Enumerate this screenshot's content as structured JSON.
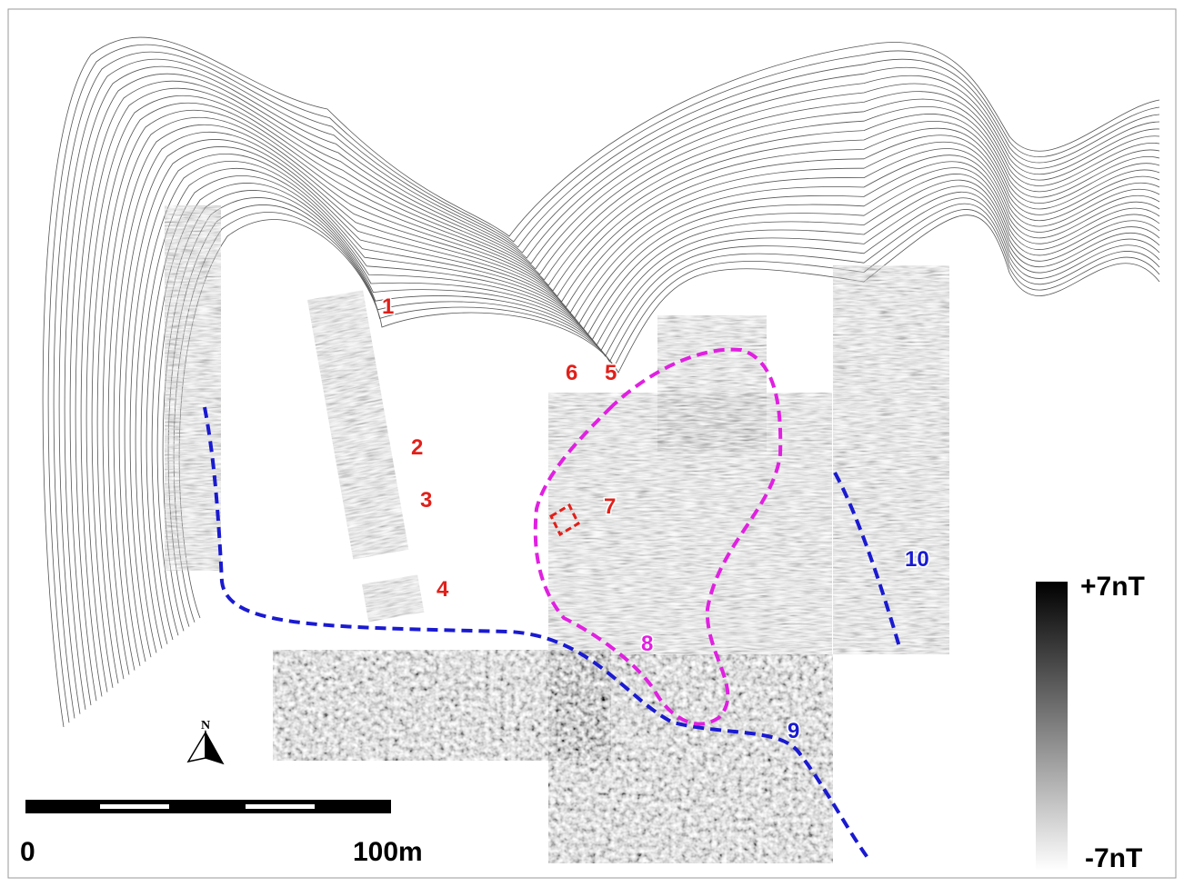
{
  "map": {
    "feature_labels": [
      {
        "id": "1",
        "color": "#e0201a"
      },
      {
        "id": "2",
        "color": "#e0201a"
      },
      {
        "id": "3",
        "color": "#e0201a"
      },
      {
        "id": "4",
        "color": "#e0201a"
      },
      {
        "id": "5",
        "color": "#e0201a"
      },
      {
        "id": "6",
        "color": "#e0201a"
      },
      {
        "id": "7",
        "color": "#e0201a"
      },
      {
        "id": "8",
        "color": "#e020e0"
      },
      {
        "id": "9",
        "color": "#1a1ad0"
      },
      {
        "id": "10",
        "color": "#1a1ad0"
      }
    ],
    "north_label": "N",
    "scale": {
      "start": "0",
      "end": "100m"
    },
    "legend": {
      "max": "+7nT",
      "min": "-7nT"
    },
    "colors": {
      "red": "#e0201a",
      "magenta": "#e020e0",
      "blue": "#1a1ad0",
      "contour": "#555555"
    }
  }
}
